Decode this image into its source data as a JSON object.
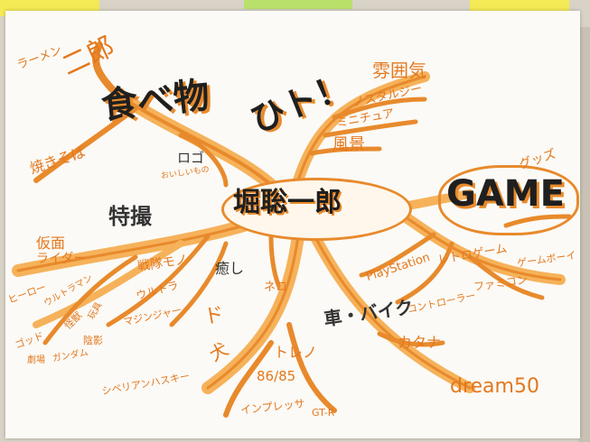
{
  "center": "堀聡一郎",
  "topics": {
    "food": "食べ物",
    "hito": "ひト！",
    "game": "GAME",
    "tokusatsu": "特撮",
    "car": "車・バイク"
  },
  "food_items": {
    "ramen": "ラーメン",
    "jiro": "二郎",
    "yakisoba": "焼きそば",
    "logo": "ロゴ",
    "small": "おいしいもの"
  },
  "hito_items": {
    "funiki": "雰囲気",
    "nostalgic": "ノスタルジー",
    "mini": "ミニチュア",
    "fukei": "風景"
  },
  "game_items": {
    "goods": "グッズ",
    "playstation": "PlayStation",
    "retro": "レトロゲーム",
    "gameboy": "ゲームボーイ",
    "controller": "コントローラー",
    "famicom": "ファミコン"
  },
  "toku_items": {
    "kamen": "仮面",
    "rider": "ライダー",
    "sentai": "戦隊モノ",
    "iyashi": "癒し",
    "neko": "ネコ",
    "ultra": "ウルトラ",
    "kagemusha": "陰影",
    "majin": "マジンジャー",
    "gundam": "ガンダム",
    "kamen2": "劇場",
    "hero": "ヒーロー",
    "ultraman": "ウルトラマン",
    "god": "ゴッド",
    "kaijyu": "怪獣",
    "toy": "玩具"
  },
  "car_items": {
    "katana": "カタナ",
    "dream": "dream50",
    "torino": "トレノ",
    "ae": "86/85",
    "impreza": "インプレッサ",
    "gtr": "GT-R",
    "siberian": "シベリアンハスキー",
    "dog": "ド",
    "inu": "犬"
  },
  "colors": {
    "orange": "#e88a2c",
    "light_orange": "#f6b25a",
    "ink": "#1f1f1f",
    "paper": "#fbfaf6"
  }
}
